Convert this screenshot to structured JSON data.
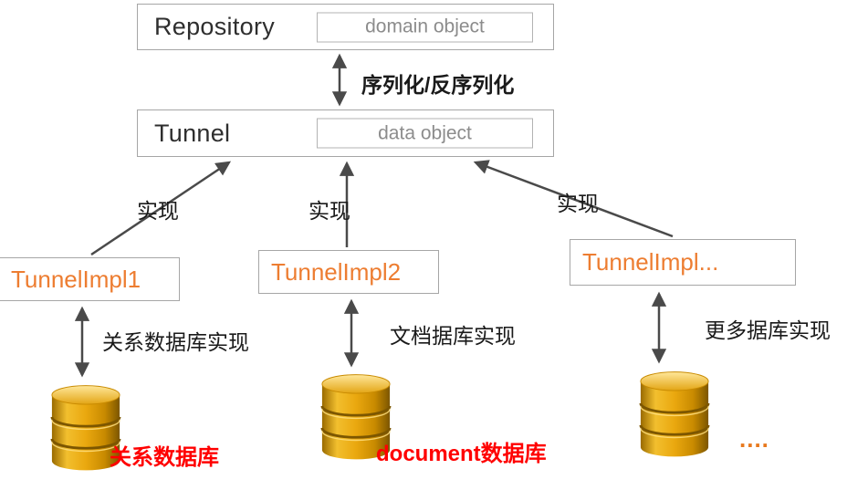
{
  "diagram": {
    "repository": {
      "label": "Repository",
      "inner_label": "domain object"
    },
    "tunnel": {
      "label": "Tunnel",
      "inner_label": "data object"
    },
    "serialization_label": "序列化/反序列化",
    "impl_arrow_labels": [
      "实现",
      "实现",
      "实现"
    ],
    "impls": [
      {
        "label": "TunnelImpl1",
        "db_arrow_label": "关系数据库实现",
        "db_label": "关系数据库"
      },
      {
        "label": "TunnelImpl2",
        "db_arrow_label": "文档据库实现",
        "db_label": "document数据库"
      },
      {
        "label": "TunnelImpl...",
        "db_arrow_label": "更多据库实现",
        "db_label": "...."
      }
    ],
    "icons": {
      "database": "database-cylinder-icon",
      "double_arrow": "double-headed-arrow",
      "implements_arrow": "up-arrow"
    },
    "colors": {
      "impl_text": "#ed7d31",
      "db_label_red": "#ff0000",
      "dots_label": "#e8791d",
      "box_border": "#a6a6a6",
      "inner_box_text": "#8c8c8c",
      "arrow": "#4a4a4a",
      "db_gold": "#eaa80f"
    }
  }
}
